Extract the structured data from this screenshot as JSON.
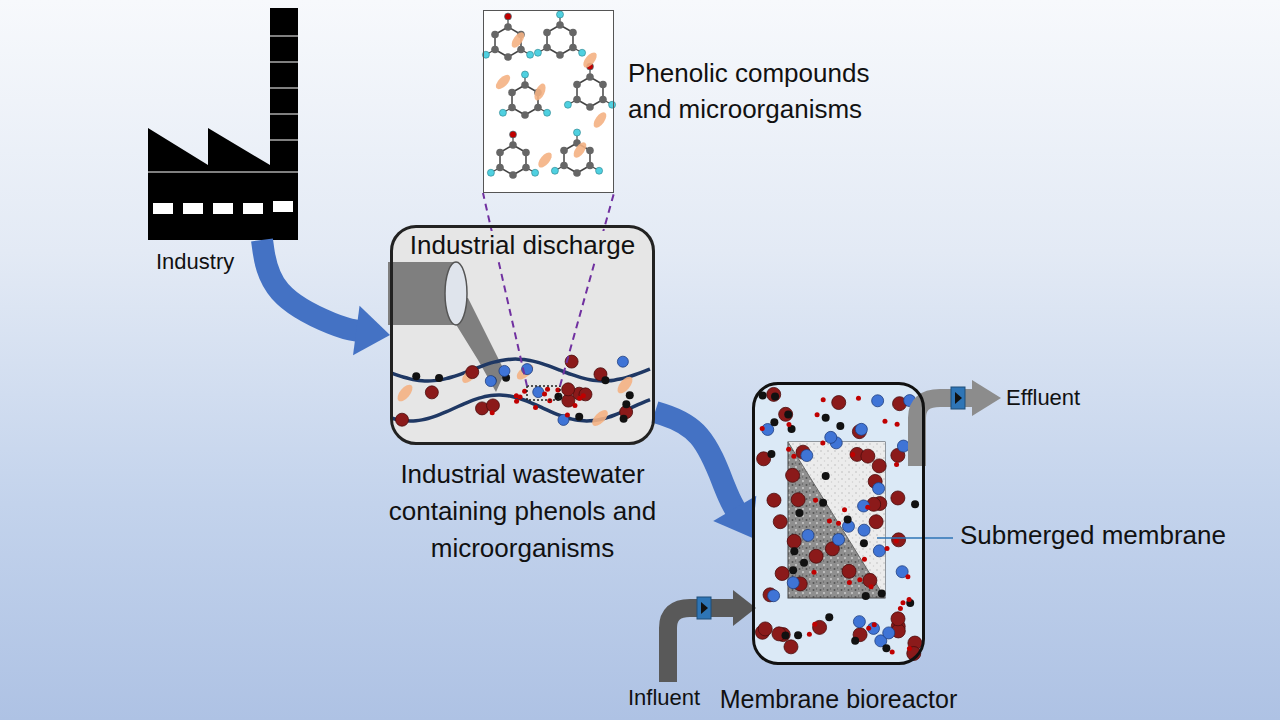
{
  "diagram": {
    "nodes": [
      {
        "text": [
          "Industry"
        ]
      },
      {
        "text": [
          "Industrial discharge",
          "Industrial wastewater containing phenols and microorganisms"
        ]
      },
      {
        "text": [
          "Phenolic compounds and microorganisms"
        ]
      },
      {
        "text": [
          "Membrane bioreactor"
        ]
      }
    ],
    "edges": [
      {
        "from": 0,
        "to": 1,
        "arrow": "to"
      },
      {
        "from": 1,
        "to": 2,
        "arrow": "none"
      },
      {
        "from": 1,
        "to": 3,
        "arrow": "to"
      }
    ],
    "labels": [
      "Submerged membrane",
      "Effluent",
      "Influent"
    ]
  }
}
